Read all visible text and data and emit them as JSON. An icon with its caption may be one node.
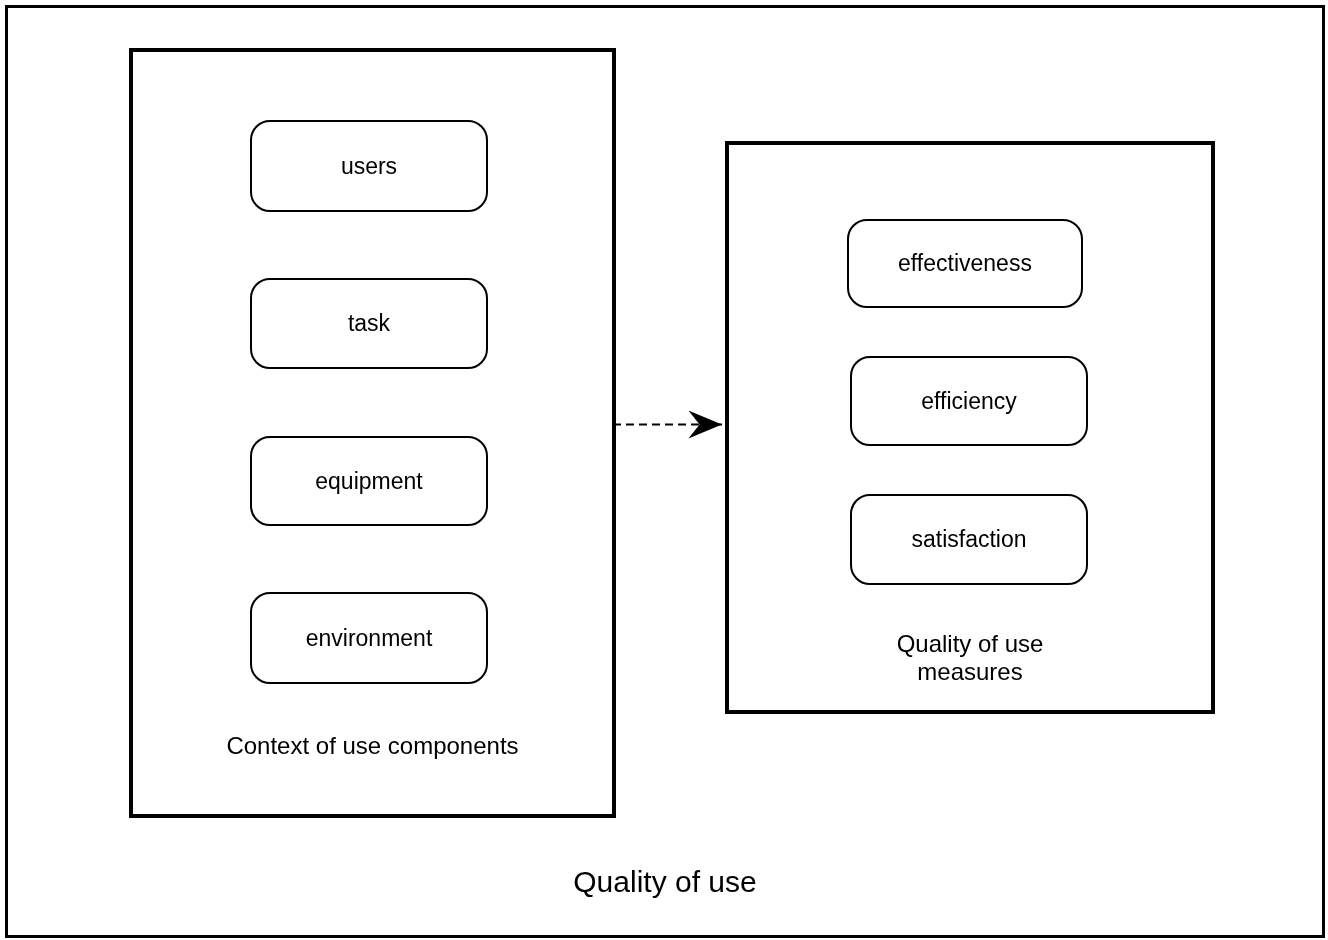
{
  "diagram": {
    "nodes": [
      {
        "text": [
          "Quality of use"
        ]
      },
      {
        "text": [
          "Context of use components"
        ],
        "in": 0
      },
      {
        "text": [
          "users"
        ],
        "in": 1
      },
      {
        "text": [
          "task"
        ],
        "in": 1
      },
      {
        "text": [
          "equipment"
        ],
        "in": 1
      },
      {
        "text": [
          "environment"
        ],
        "in": 1
      },
      {
        "text": [
          "Quality of use measures"
        ],
        "in": 0
      },
      {
        "text": [
          "effectiveness"
        ],
        "in": 6
      },
      {
        "text": [
          "efficiency"
        ],
        "in": 6
      },
      {
        "text": [
          "satisfaction"
        ],
        "in": 6
      }
    ],
    "edges": [
      {
        "from": 1,
        "to": 6,
        "arrow": "to",
        "style": "dashed"
      }
    ]
  }
}
